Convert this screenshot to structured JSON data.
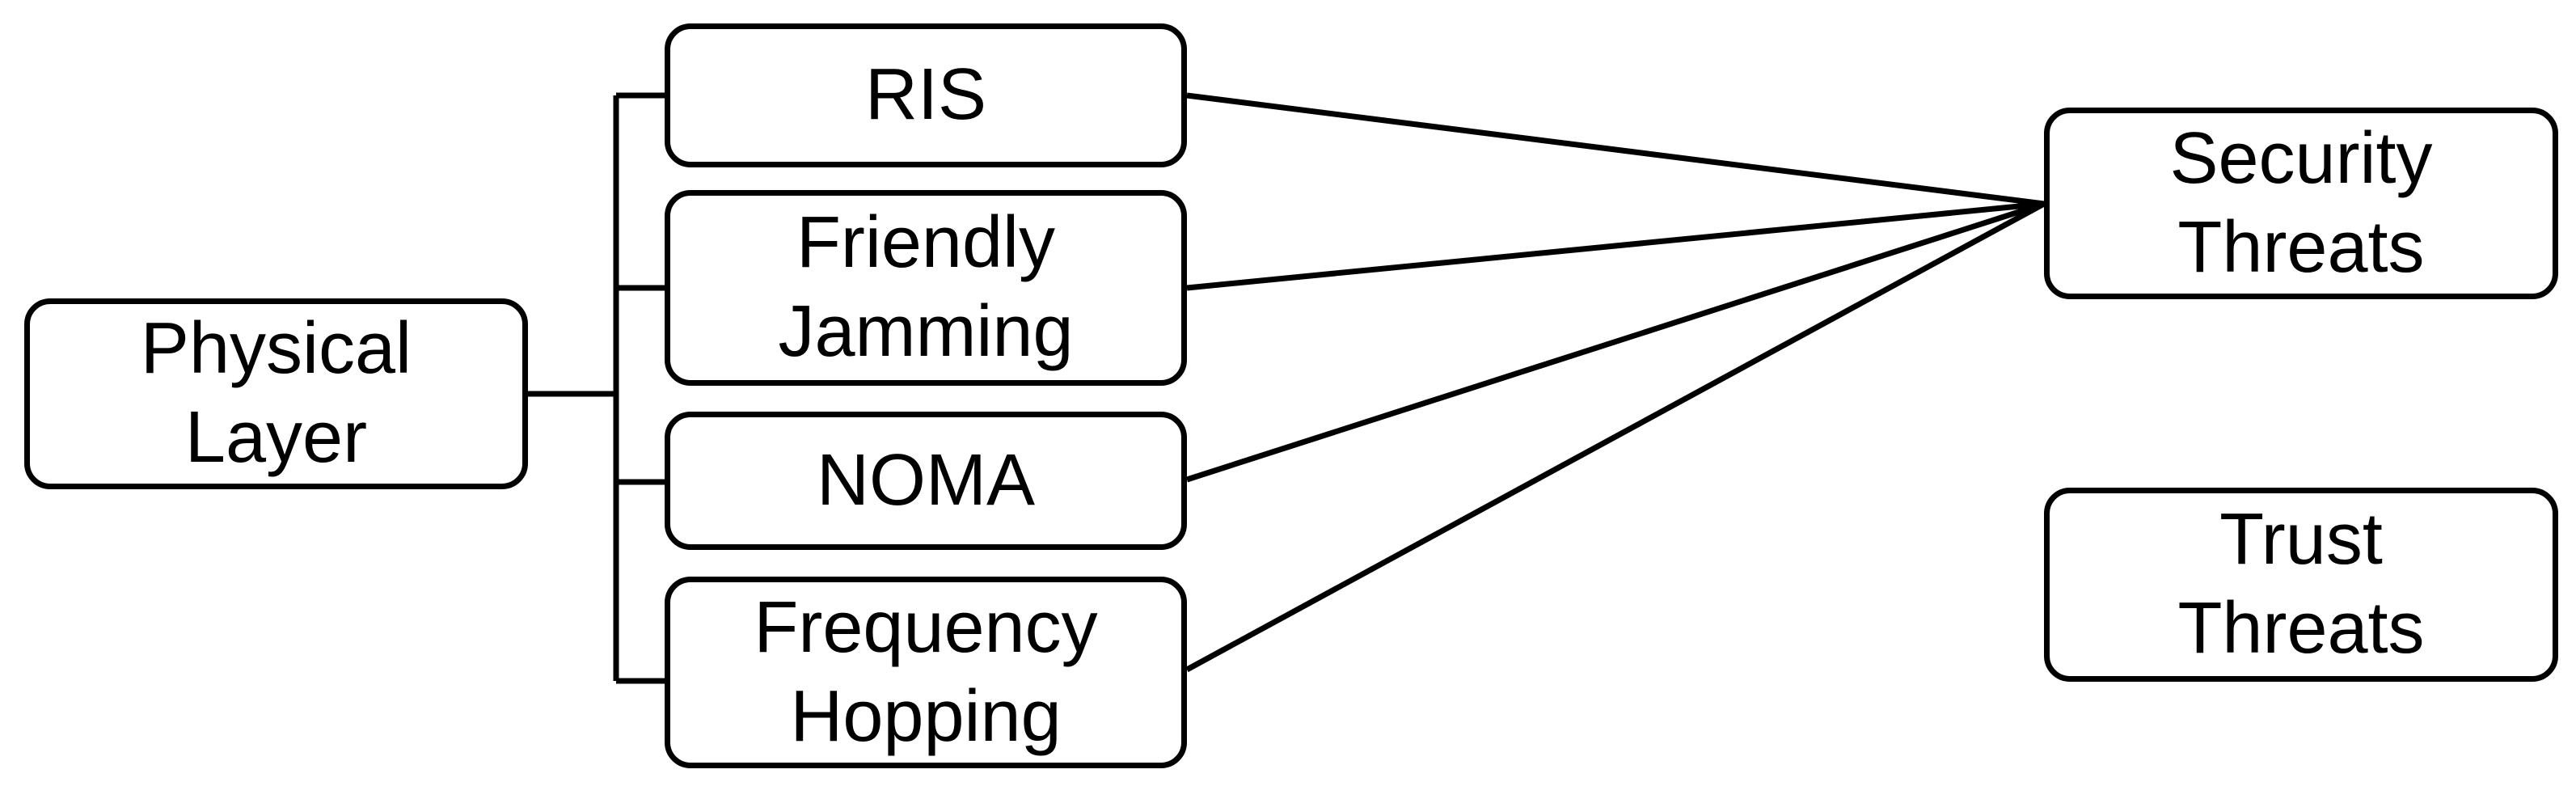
{
  "diagram": {
    "nodes": {
      "physical_layer": {
        "label": "Physical\nLayer"
      },
      "ris": {
        "label": "RIS"
      },
      "friendly_jamming": {
        "label": "Friendly\nJamming"
      },
      "noma": {
        "label": "NOMA"
      },
      "frequency_hopping": {
        "label": "Frequency\nHopping"
      },
      "security_threats": {
        "label": "Security\nThreats"
      },
      "trust_threats": {
        "label": "Trust\nThreats"
      }
    },
    "edges": [
      {
        "from": "physical_layer",
        "to": "ris"
      },
      {
        "from": "physical_layer",
        "to": "friendly_jamming"
      },
      {
        "from": "physical_layer",
        "to": "noma"
      },
      {
        "from": "physical_layer",
        "to": "frequency_hopping"
      },
      {
        "from": "ris",
        "to": "security_threats"
      },
      {
        "from": "friendly_jamming",
        "to": "security_threats"
      },
      {
        "from": "noma",
        "to": "security_threats"
      },
      {
        "from": "frequency_hopping",
        "to": "security_threats"
      }
    ],
    "colors": {
      "stroke": "#000000",
      "text": "#000000",
      "background": "#ffffff"
    }
  }
}
